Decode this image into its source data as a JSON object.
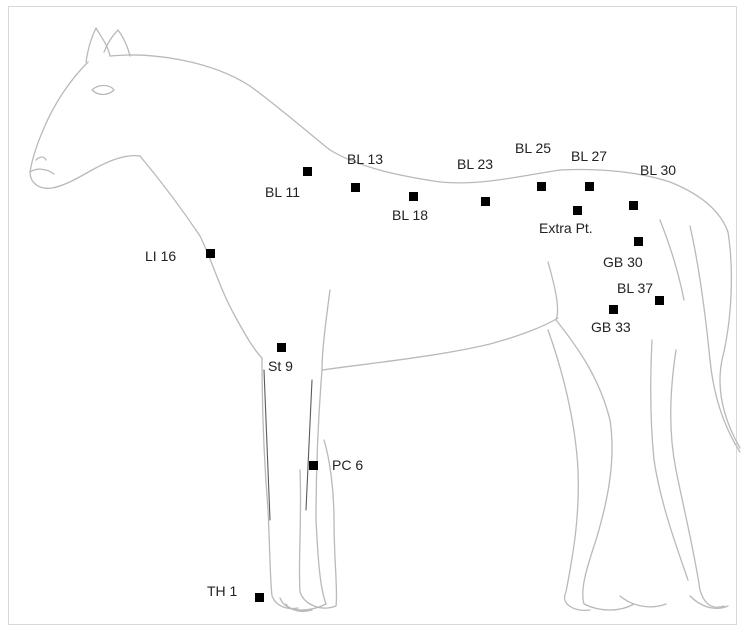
{
  "points": {
    "bl11": "BL 11",
    "bl13": "BL 13",
    "bl18": "BL 18",
    "bl23": "BL 23",
    "bl25": "BL 25",
    "bl27": "BL 27",
    "bl30": "BL 30",
    "extra": "Extra Pt.",
    "gb30": "GB 30",
    "bl37": "BL 37",
    "gb33": "GB 33",
    "li16": "LI 16",
    "st9": "St 9",
    "pc6": "PC 6",
    "th1": "TH 1"
  }
}
